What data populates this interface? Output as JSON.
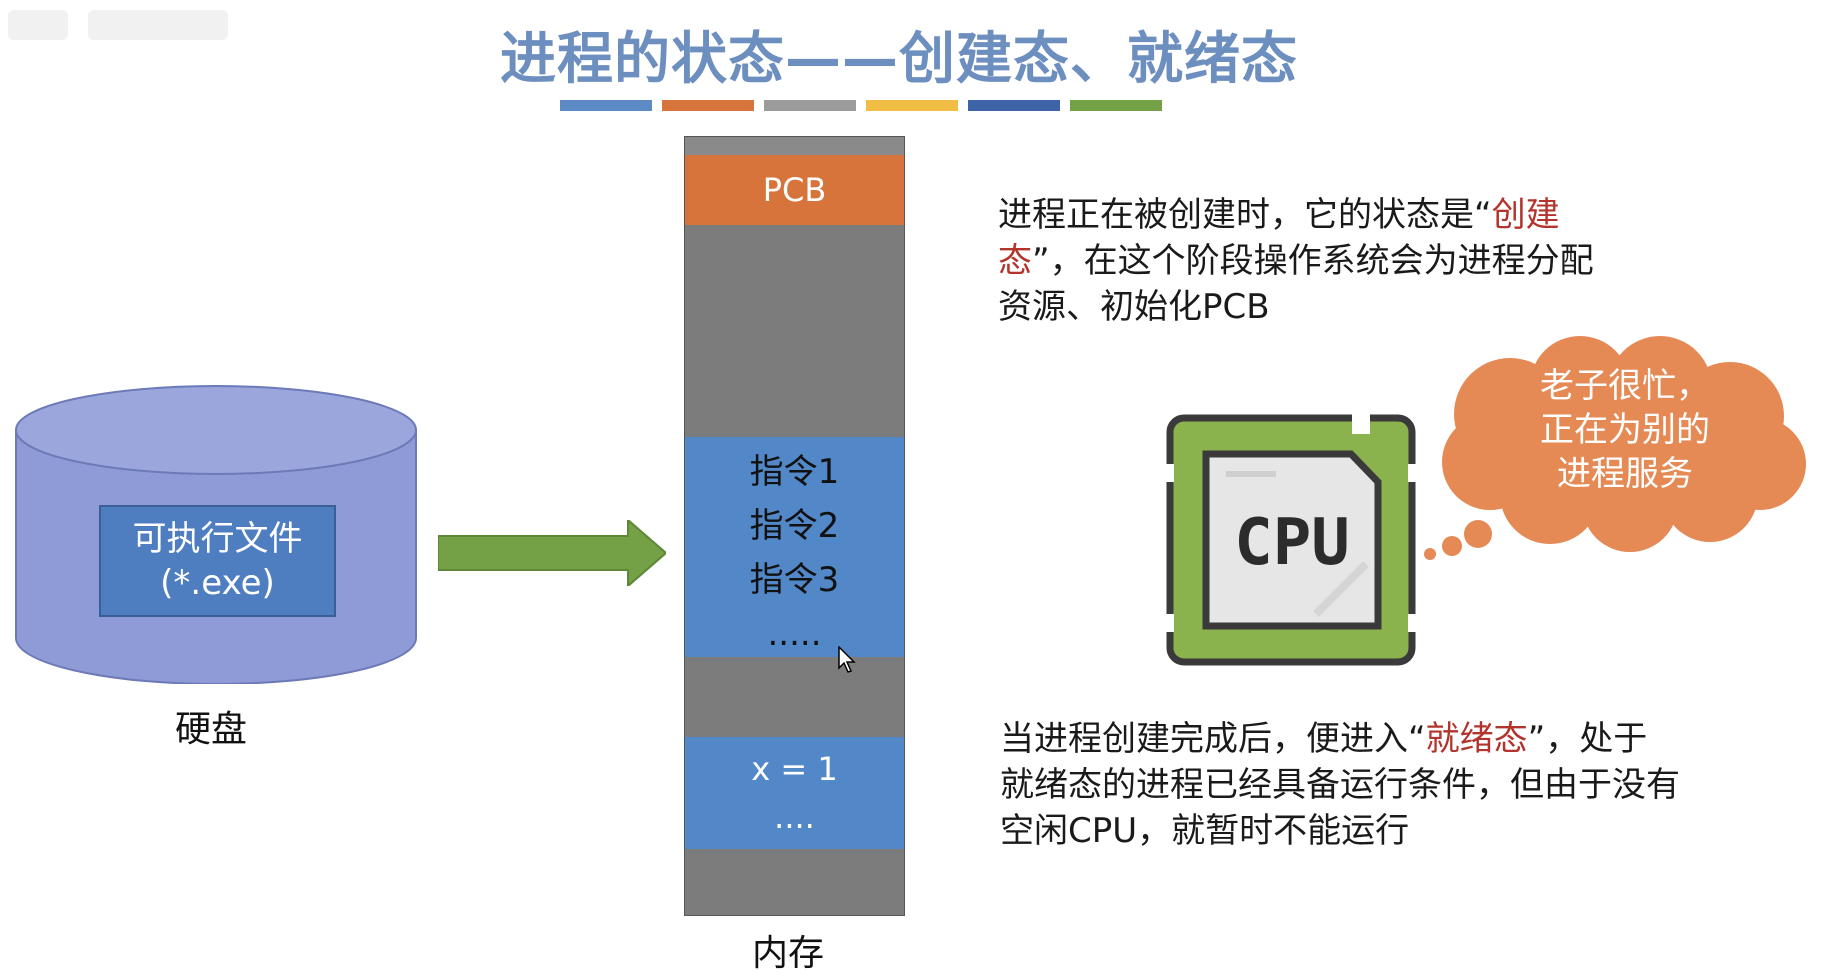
{
  "title": "进程的状态——创建态、就绪态",
  "title_bar_colors": [
    "#5b8ac4",
    "#d7743b",
    "#9b9b9b",
    "#f0bd45",
    "#3e64a8",
    "#74a046"
  ],
  "disk": {
    "file_line1": "可执行文件",
    "file_line2": "(*.exe)",
    "caption": "硬盘"
  },
  "memory": {
    "pcb": "PCB",
    "instructions": [
      "指令1",
      "指令2",
      "指令3",
      "....."
    ],
    "data": [
      "x = 1",
      "...."
    ],
    "caption": "内存"
  },
  "desc_created": {
    "before": "进程正在被创建时，它的状态是“",
    "highlight": "创建态",
    "after": "”，在这个阶段操作系统会为进程分配资源、初始化PCB"
  },
  "cpu": {
    "label": "CPU"
  },
  "thought": {
    "line1": "老子很忙，",
    "line2": "正在为别的",
    "line3": "进程服务"
  },
  "desc_ready": {
    "before": "当进程创建完成后，便进入“",
    "highlight": "就绪态",
    "after": "”，处于就绪态的进程已经具备运行条件，但由于没有空闲CPU，就暂时不能运行"
  },
  "colors": {
    "title": "#6d8fbf",
    "highlight_red": "#b3342c",
    "disk_fill": "#8e9bd6",
    "pcb_fill": "#d7743b",
    "block_fill": "#5288c7",
    "memory_gray": "#7c7c7c",
    "arrow_green": "#74a046",
    "cpu_green": "#8ab34d",
    "cloud_orange": "#e58a55"
  }
}
